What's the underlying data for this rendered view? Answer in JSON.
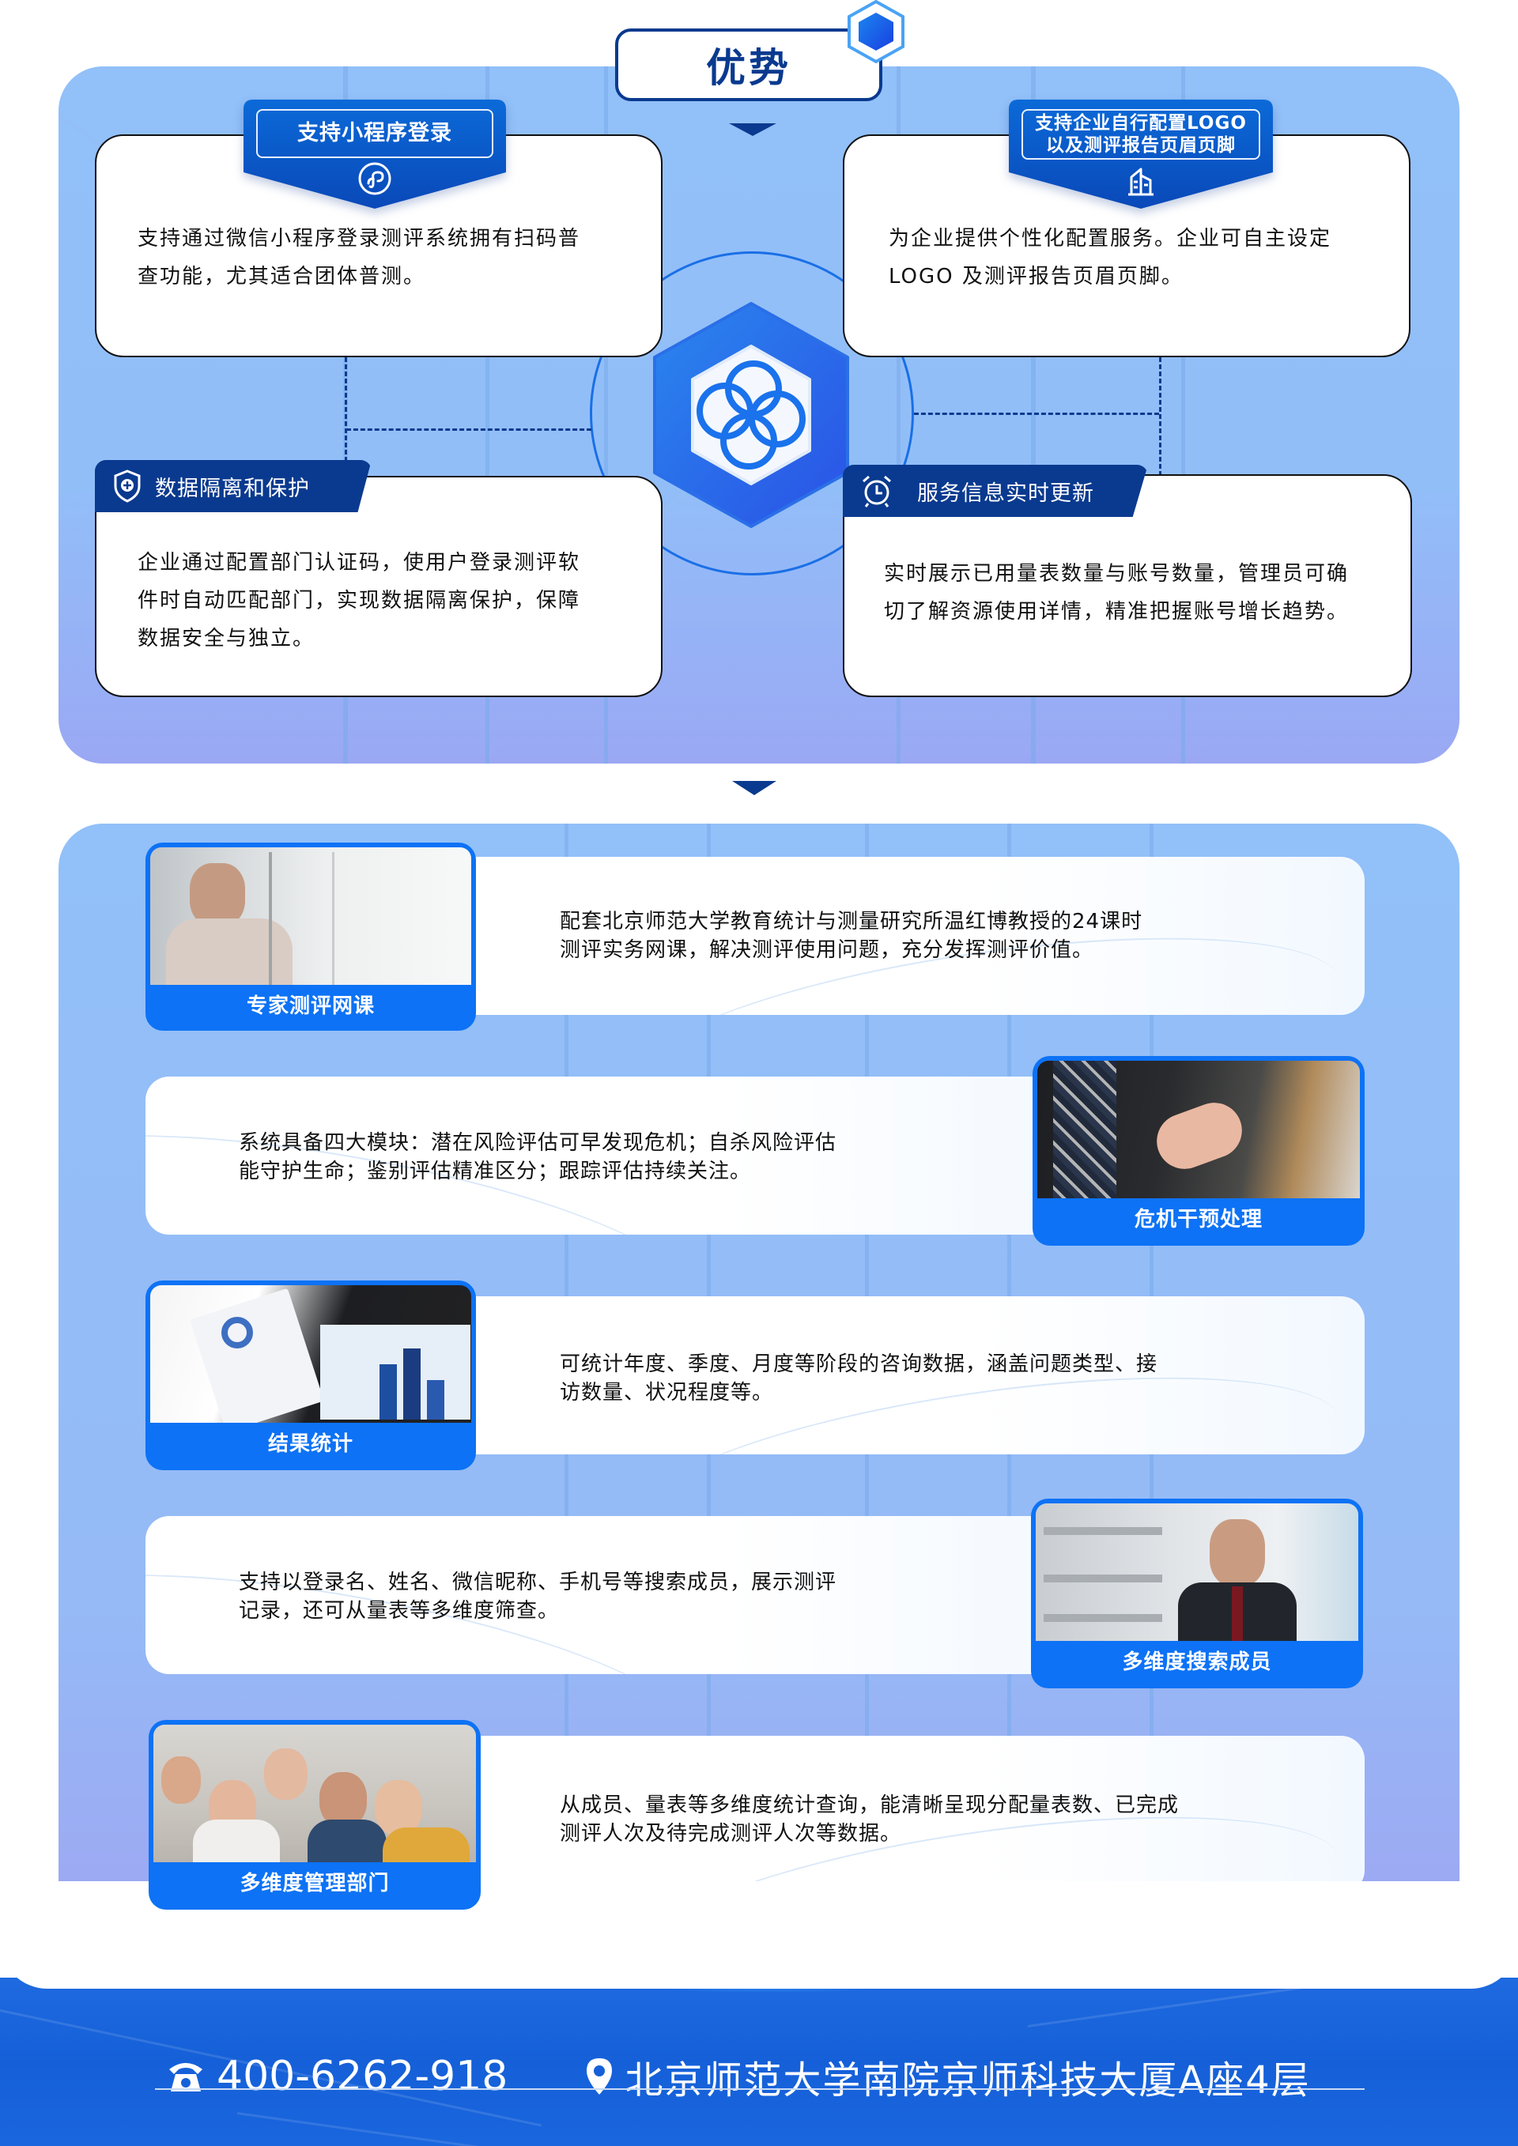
{
  "header": {
    "title": "优势"
  },
  "advantages": [
    {
      "title": "支持小程序登录",
      "icon": "mini-program-icon",
      "description_lines": [
        "支持通过微信小程序登录测评系统拥有扫码普",
        "查功能，尤其适合团体普测。"
      ]
    },
    {
      "title_lines": [
        "支持企业自行配置LOGO",
        "以及测评报告页眉页脚"
      ],
      "icon": "building-icon",
      "description_lines": [
        "为企业提供个性化配置服务。企业可自主设定",
        "LOGO 及测评报告页眉页脚。"
      ]
    },
    {
      "title": "数据隔离和保护",
      "icon": "shield-plus-icon",
      "description_lines": [
        "企业通过配置部门认证码，使用户登录测评软",
        "件时自动匹配部门，实现数据隔离保护，保障",
        "数据安全与独立。"
      ]
    },
    {
      "title": "服务信息实时更新",
      "icon": "alarm-clock-icon",
      "description_lines": [
        "实时展示已用量表数量与账号数量，管理员可确",
        "切了解资源使用详情，精准把握账号增长趋势。"
      ]
    }
  ],
  "center_logo": {
    "icon": "four-loop-logo-icon"
  },
  "services": [
    {
      "label": "专家测评网课",
      "photo": "presenter-photo",
      "description_lines": [
        "配套北京师范大学教育统计与测量研究所温红博教授的24课时",
        "测评实务网课，解决测评使用问题，充分发挥测评价值。"
      ]
    },
    {
      "label": "危机干预处理",
      "photo": "clasped-hands-photo",
      "description_lines": [
        "系统具备四大模块：潜在风险评估可早发现危机；自杀风险评估",
        "能守护生命；鉴别评估精准区分；跟踪评估持续关注。"
      ]
    },
    {
      "label": "结果统计",
      "photo": "charts-report-photo",
      "description_lines": [
        "可统计年度、季度、月度等阶段的咨询数据，涵盖问题类型、接",
        "访数量、状况程度等。"
      ]
    },
    {
      "label": "多维度搜索成员",
      "photo": "businessman-phone-photo",
      "description_lines": [
        "支持以登录名、姓名、微信昵称、手机号等搜索成员，展示测评",
        "记录，还可从量表等多维度筛查。"
      ]
    },
    {
      "label": "多维度管理部门",
      "photo": "team-group-photo",
      "description_lines": [
        "从成员、量表等多维度统计查询，能清晰呈现分配量表数、已完成",
        "测评人次及待完成测评人次等数据。"
      ]
    }
  ],
  "footer": {
    "phone_icon": "telephone-icon",
    "phone": "400-6262-918",
    "location_icon": "location-pin-icon",
    "address": "北京师范大学南院京师科技大厦A座4层"
  },
  "colors": {
    "navy": "#0a3a8f",
    "primary_blue": "#0d72f5",
    "panel_blue": "#92c0f8",
    "footer_blue": "#1560d8"
  }
}
